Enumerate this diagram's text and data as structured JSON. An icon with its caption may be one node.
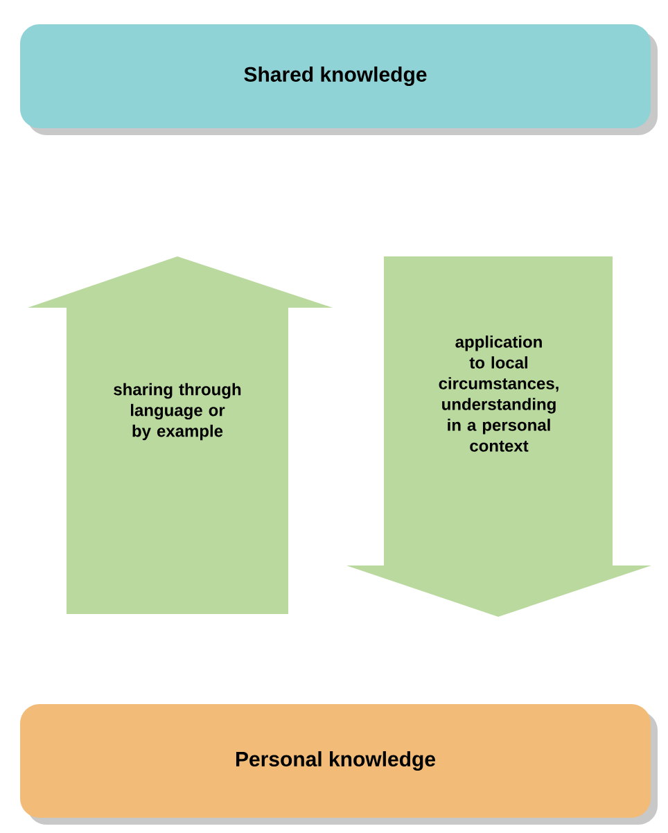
{
  "diagram": {
    "nodes": [
      {
        "text": [
          "Shared knowledge"
        ]
      },
      {
        "text": [
          "sharing through language or by example"
        ]
      },
      {
        "text": [
          "application to local circumstances, understanding in a personal context"
        ]
      },
      {
        "text": [
          "Personal knowledge"
        ]
      }
    ]
  }
}
